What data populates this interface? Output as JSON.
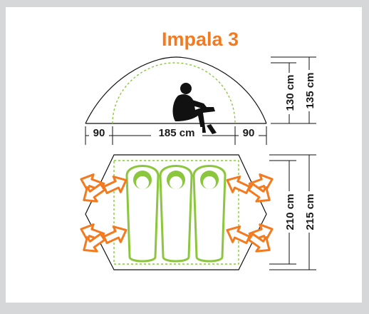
{
  "title": "Impala 3",
  "dimensions": {
    "side_left": "90",
    "center_width": "185 cm",
    "side_right": "90",
    "inner_height": "130 cm",
    "outer_height": "135 cm",
    "inner_length": "210 cm",
    "outer_length": "215 cm"
  },
  "berths": 3,
  "colors": {
    "background": "#d6d7d8",
    "frame": "#ffffff",
    "accent": "#f47a20",
    "inner_tent": "#8cc63f",
    "outline": "#111111"
  },
  "icons": [
    "person-sitting-icon",
    "sleeping-bag-icon",
    "ventilation-arrow-icon"
  ]
}
